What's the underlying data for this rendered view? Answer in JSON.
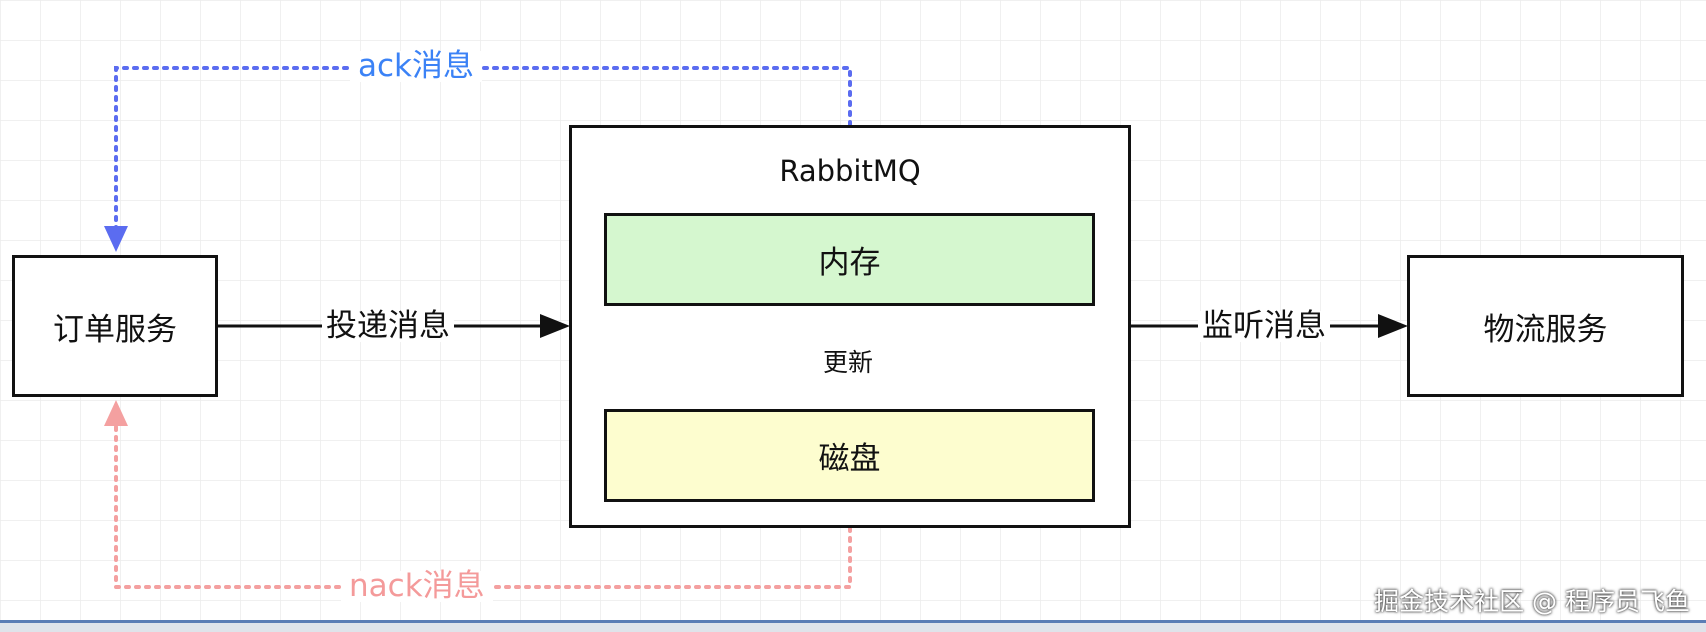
{
  "nodes": {
    "order_service": "订单服务",
    "logistics_service": "物流服务",
    "rabbitmq": "RabbitMQ",
    "memory": "内存",
    "disk": "磁盘"
  },
  "edges": {
    "deliver": "投递消息",
    "listen": "监听消息",
    "update": "更新",
    "ack": "ack消息",
    "nack": "nack消息"
  },
  "colors": {
    "ack": "#3b82f6",
    "ack_line": "#5b6cf0",
    "nack": "#f49a9a",
    "memory_fill": "#d5f7cf",
    "disk_fill": "#fdfdcf",
    "grid": "#e6e6e6",
    "stroke": "#111111"
  },
  "watermark": "掘金技术社区 @ 程序员飞鱼"
}
